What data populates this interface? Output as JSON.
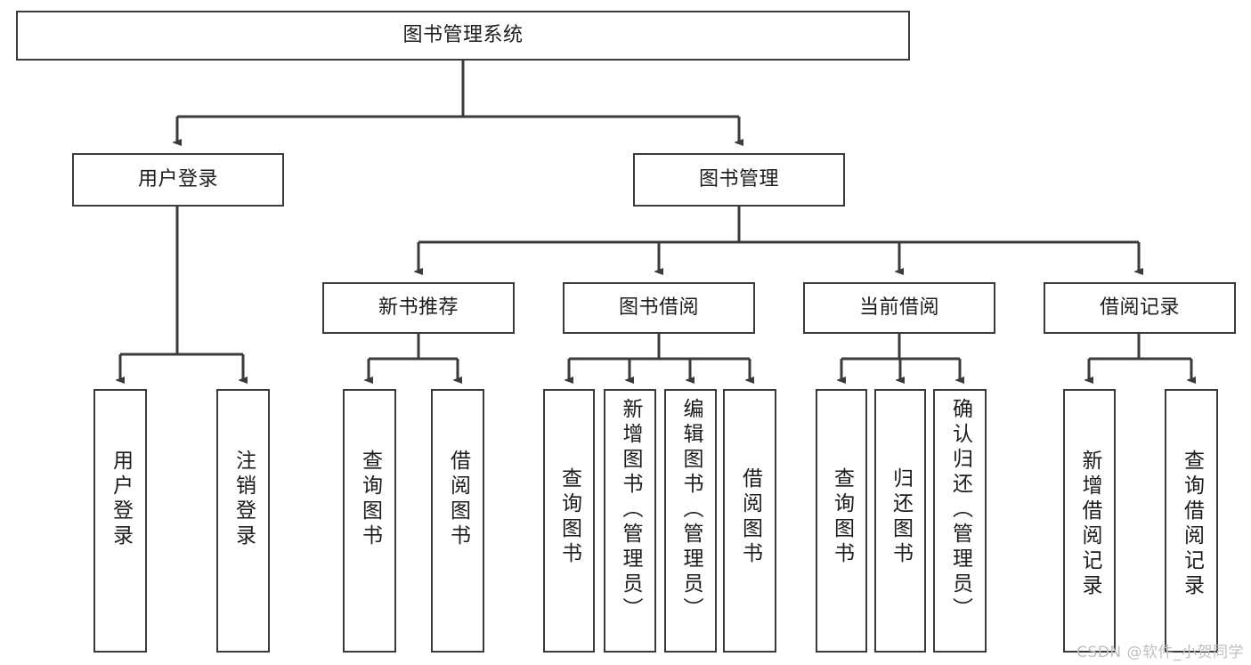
{
  "diagram": {
    "title": "图书管理系统",
    "type": "tree-hierarchy-chart",
    "watermark": "CSDN @软件_小贺同学",
    "colors": {
      "box_border": "#3b3b3b",
      "box_fill": "#ffffff",
      "edge": "#3b3b3b",
      "text": "#1c1c1c",
      "watermark": "#bfbfbf"
    },
    "root": {
      "label": "图书管理系统"
    },
    "level2": [
      {
        "id": "user-login",
        "label": "用户登录"
      },
      {
        "id": "book-manage",
        "label": "图书管理"
      }
    ],
    "level3": [
      {
        "id": "new-book-rec",
        "label": "新书推荐"
      },
      {
        "id": "book-borrow",
        "label": "图书借阅"
      },
      {
        "id": "current-borrow",
        "label": "当前借阅"
      },
      {
        "id": "borrow-record",
        "label": "借阅记录"
      }
    ],
    "leaves": {
      "user_login": [
        {
          "id": "leaf-user-login",
          "label": "用户登录"
        },
        {
          "id": "leaf-logout-login",
          "label": "注销登录"
        }
      ],
      "new_book_rec": [
        {
          "id": "leaf-query-book-1",
          "label": "查询图书"
        },
        {
          "id": "leaf-borrow-book-1",
          "label": "借阅图书"
        }
      ],
      "book_borrow": [
        {
          "id": "leaf-query-book-2",
          "label": "查询图书"
        },
        {
          "id": "leaf-add-book",
          "label": "新增图书（管理员）"
        },
        {
          "id": "leaf-edit-book",
          "label": "编辑图书（管理员）"
        },
        {
          "id": "leaf-borrow-book-2",
          "label": "借阅图书"
        }
      ],
      "current_borrow": [
        {
          "id": "leaf-query-book-3",
          "label": "查询图书"
        },
        {
          "id": "leaf-return-book",
          "label": "归还图书"
        },
        {
          "id": "leaf-confirm-return",
          "label": "确认归还（管理员）"
        }
      ],
      "borrow_record": [
        {
          "id": "leaf-add-record",
          "label": "新增借阅记录"
        },
        {
          "id": "leaf-query-record",
          "label": "查询借阅记录"
        }
      ]
    }
  }
}
